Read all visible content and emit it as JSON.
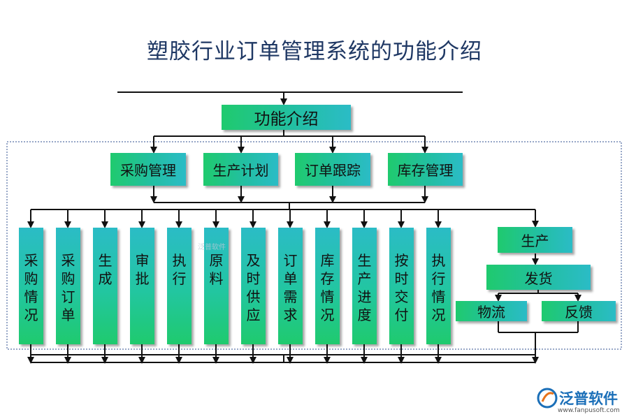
{
  "title": "塑胶行业订单管理系统的功能介绍",
  "root": "功能介绍",
  "level1": [
    "采购管理",
    "生产计划",
    "订单跟踪",
    "库存管理"
  ],
  "level2": [
    "采购情况",
    "采购订单",
    "生成",
    "审批",
    "执行",
    "原料",
    "及时供应",
    "订单需求",
    "库存情况",
    "生产进度",
    "按时交付",
    "执行情况"
  ],
  "branch": {
    "production": "生产",
    "shipping": "发货",
    "logistics": "物流",
    "feedback": "反馈"
  },
  "watermark": "泛普软件",
  "logo": {
    "name": "泛普软件",
    "url": "www.fanpusoft.com"
  }
}
